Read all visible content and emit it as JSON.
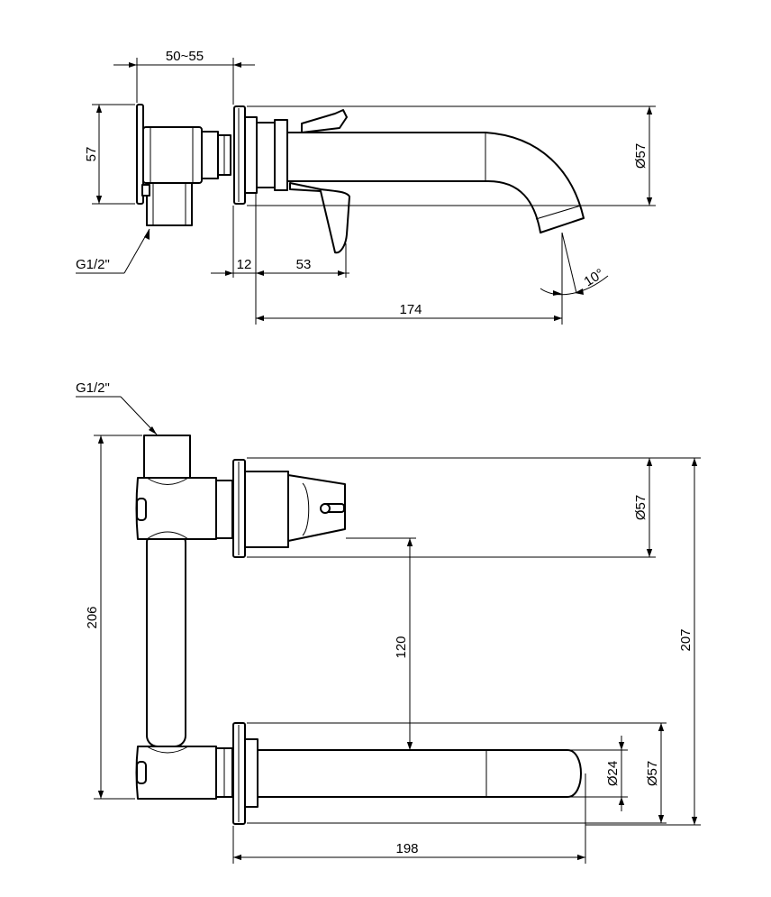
{
  "side_view": {
    "dim_depth_range": "50~55",
    "dim_height_left": "57",
    "dim_rosette_diameter": "Ø57",
    "dim_rosette_thickness": "12",
    "dim_handle_offset": "53",
    "dim_spout_reach": "174",
    "dim_angle": "10°",
    "thread_label": "G1/2\""
  },
  "front_view": {
    "thread_label": "G1/2\"",
    "dim_total_height_left": "206",
    "dim_axis_spacing": "120",
    "dim_total_height_right": "207",
    "dim_upper_rosette_diameter": "Ø57",
    "dim_lower_rosette_diameter": "Ø57",
    "dim_outlet_diameter": "Ø24",
    "dim_spout_length": "198"
  }
}
